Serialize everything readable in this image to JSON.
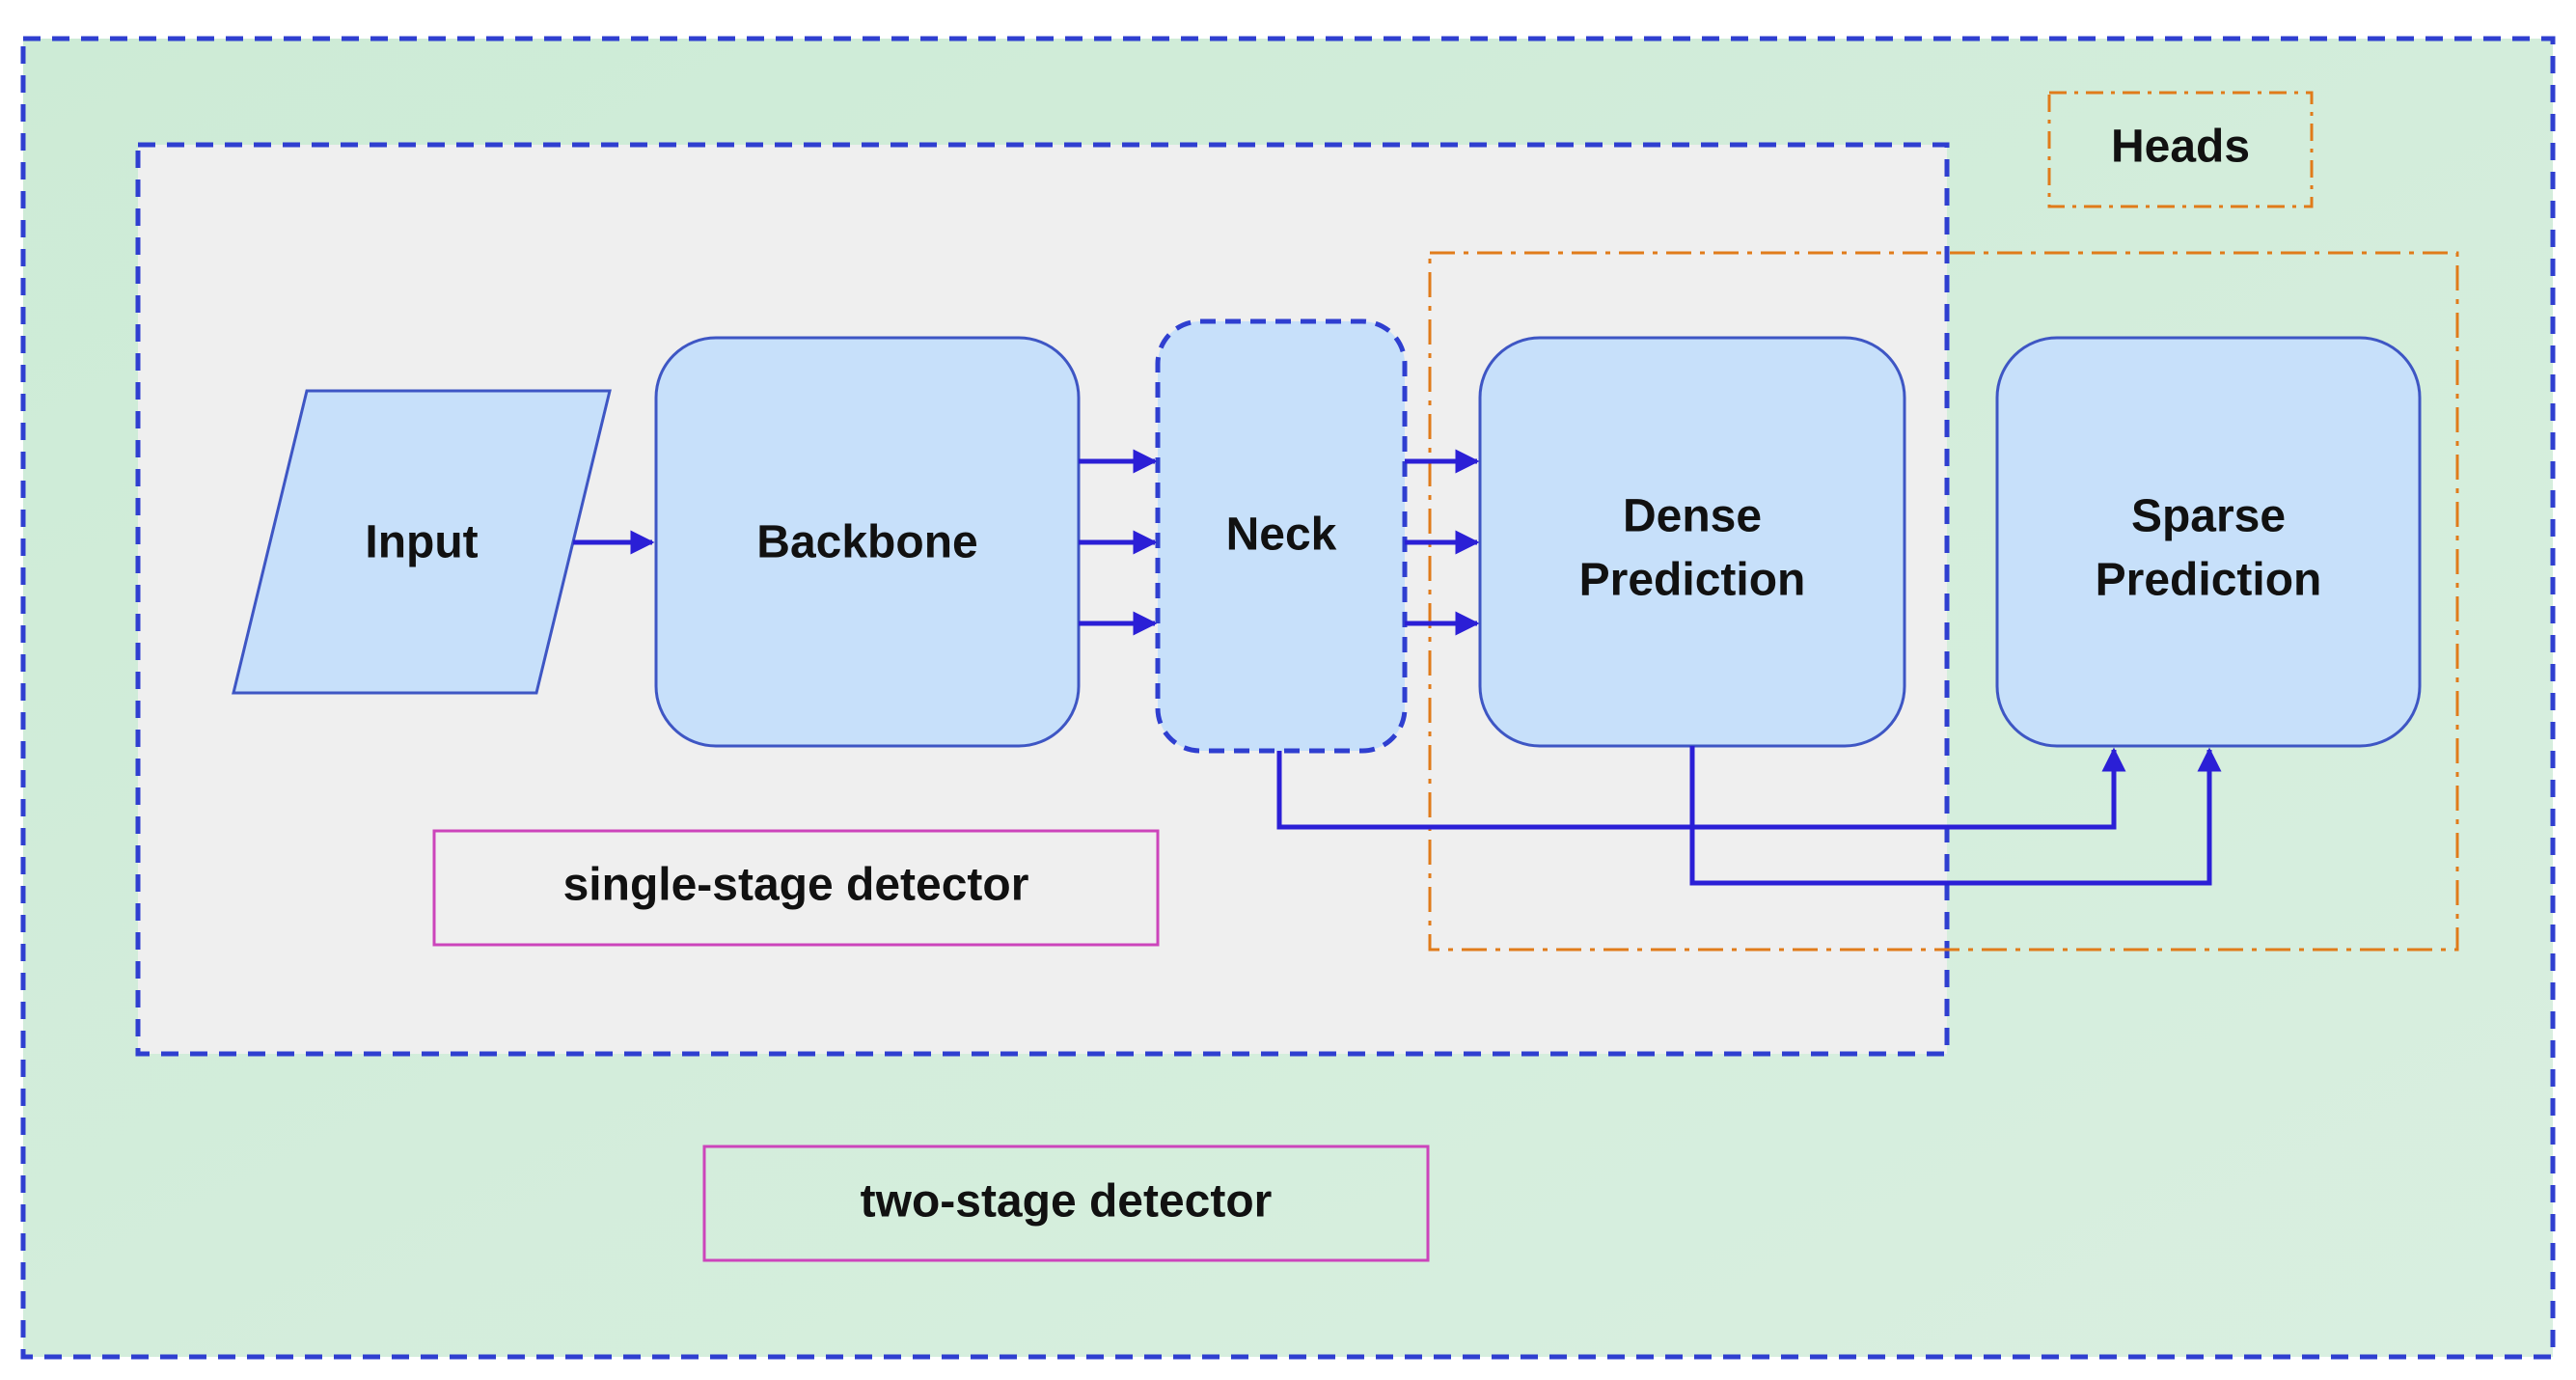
{
  "blocks": {
    "input": "Input",
    "backbone": "Backbone",
    "neck": "Neck",
    "dense_prediction": [
      "Dense",
      "Prediction"
    ],
    "sparse_prediction": [
      "Sparse",
      "Prediction"
    ]
  },
  "labels": {
    "heads": "Heads",
    "single_stage": "single-stage detector",
    "two_stage": "two-stage detector"
  },
  "colors": {
    "outer_background": "#d2ecd9",
    "inner_background": "#efefef",
    "region_border": "#2f3fd0",
    "block_fill": "#c7e0fa",
    "block_border": "#3e56c4",
    "arrow": "#2b1fd6",
    "heads_border": "#e07b1a",
    "label_border": "#cc44bb"
  }
}
